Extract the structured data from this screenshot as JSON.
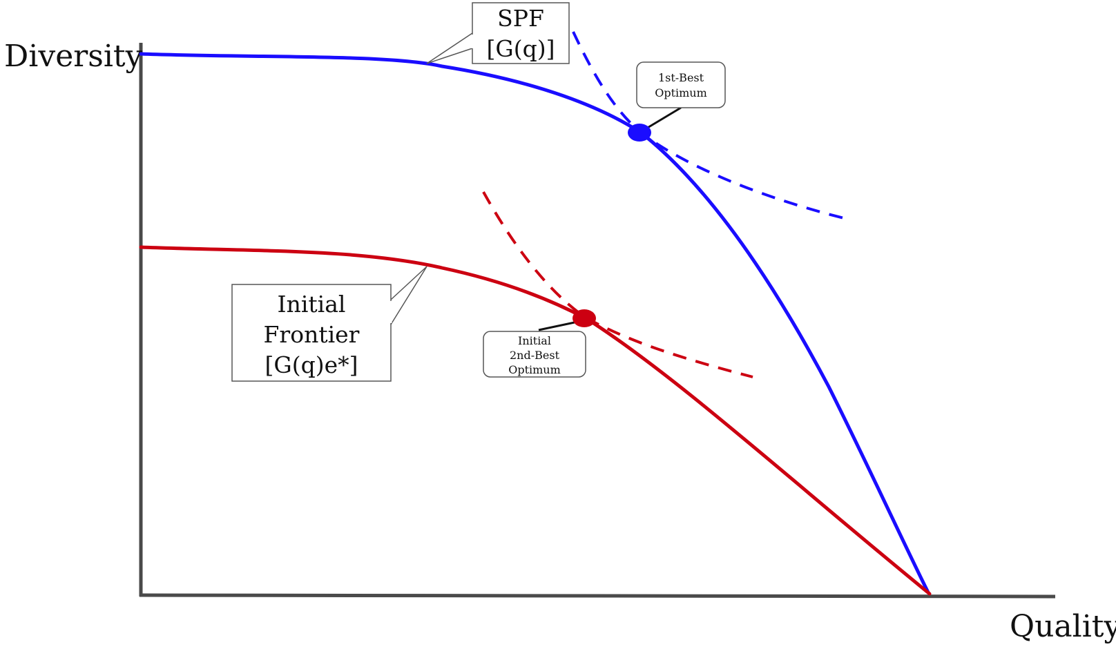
{
  "axes": {
    "y_label": "Diversity",
    "x_label": "Quality"
  },
  "curves": {
    "spf": {
      "label_line1": "SPF",
      "label_line2": "[G(q)]",
      "color": "#1a0dff"
    },
    "initial_frontier": {
      "label_line1": "Initial",
      "label_line2": "Frontier",
      "label_line3": "[G(q)e*]",
      "color": "#cc0011"
    }
  },
  "points": {
    "first_best": {
      "label_line1": "1st-Best",
      "label_line2": "Optimum",
      "color": "#1a0dff"
    },
    "second_best": {
      "label_line1": "Initial",
      "label_line2": "2nd-Best",
      "label_line3": "Optimum",
      "color": "#cc0011"
    }
  }
}
